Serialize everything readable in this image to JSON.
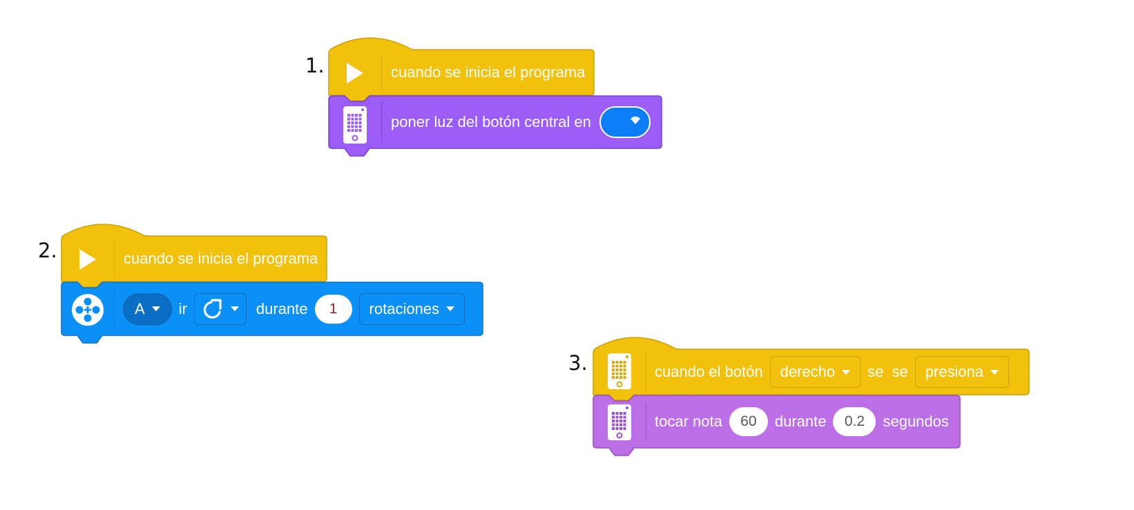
{
  "colors": {
    "event_yellow": "#f2c10b",
    "event_yellow_border": "#c9a008",
    "hub_purple": "#9c5cf6",
    "hub_purple_border": "#7a3fd6",
    "sound_purple": "#bc6ee6",
    "sound_purple_border": "#9a4ec6",
    "motor_blue": "#0b90f7",
    "motor_blue_border": "#0a72c8",
    "light_blue": "#0b7ef5"
  },
  "ex1": {
    "number": "1.",
    "hat_label": "cuando se inicia el programa",
    "hat_icon": "play-icon",
    "stack_label": "poner luz del botón central en",
    "stack_icon": "hub-icon"
  },
  "ex2": {
    "number": "2.",
    "hat_label": "cuando se inicia el programa",
    "hat_icon": "play-icon",
    "motor_icon": "motor-icon",
    "port": "A",
    "go_label": "ir",
    "direction_icon": "clockwise-arrow-icon",
    "for_label": "durante",
    "amount": "1",
    "unit": "rotaciones"
  },
  "ex3": {
    "number": "3.",
    "hat_icon": "hub-icon",
    "hat_label": "cuando el botón",
    "button_option": "derecho",
    "mid_label": "se se",
    "action_option": "presiona",
    "stack_icon": "hub-icon",
    "play_note_label": "tocar nota",
    "note": "60",
    "for_label": "durante",
    "duration": "0.2",
    "seconds_label": "segundos"
  }
}
